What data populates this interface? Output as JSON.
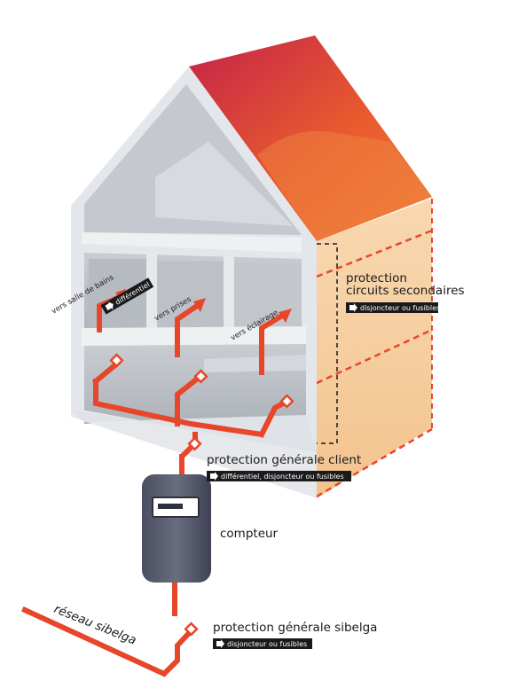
{
  "diagram": {
    "labels": {
      "protection_secondaires_line1": "protection",
      "protection_secondaires_line2": "circuits  secondaires",
      "protection_secondaires_badge": "disjoncteur ou fusibles",
      "protection_client": "protection générale client",
      "protection_client_badge": "différentiel, disjoncteur ou fusibles",
      "compteur": "compteur",
      "protection_sibelga": "protection générale sibelga",
      "protection_sibelga_badge": "disjoncteur ou fusibles",
      "reseau": "réseau sibelga",
      "salle_de_bains": "vers salle de bains",
      "differentiel_badge": "différentiel",
      "prises": "vers prises",
      "eclairage": "vers éclairage"
    },
    "colors": {
      "roof_dark": "#c4234a",
      "roof_light": "#ef6a2c",
      "wall_side": "#f6cfa3",
      "wall_front": "#dcdfe3",
      "circuit": "#e8462a",
      "meter": "#5d5f73"
    }
  }
}
